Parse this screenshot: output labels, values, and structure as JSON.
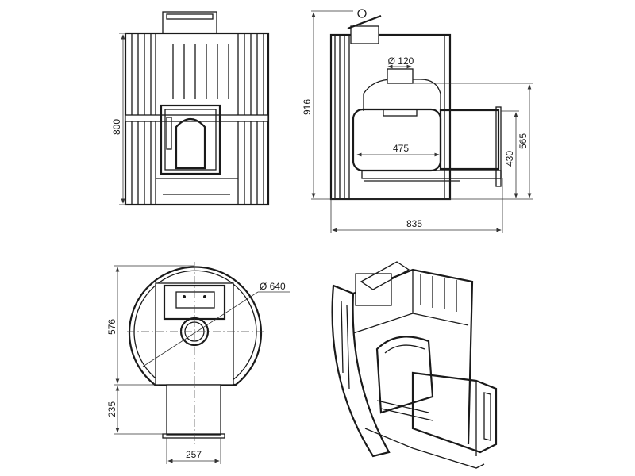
{
  "drawing": {
    "front_view": {
      "height_label": "800"
    },
    "side_view": {
      "total_height_label": "916",
      "flue_diameter_label": "Ø 120",
      "firebox_depth_label": "475",
      "door_height_label": "430",
      "flue_axis_height_label": "565",
      "total_depth_label": "835"
    },
    "top_view": {
      "body_diameter_label": "Ø 640",
      "body_depth_label": "576",
      "tunnel_length_label": "235",
      "tunnel_width_label": "257"
    }
  }
}
